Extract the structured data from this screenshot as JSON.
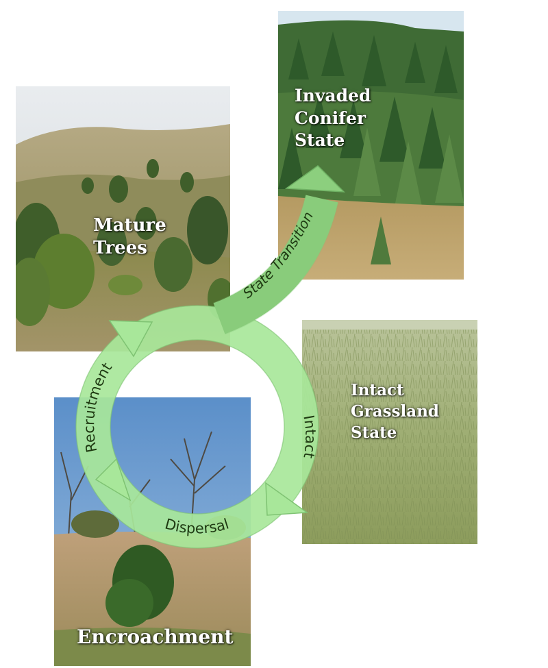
{
  "photos": {
    "mature": {
      "label_lines": [
        "Mature",
        "Trees"
      ]
    },
    "invaded": {
      "label_lines": [
        "Invaded",
        "Conifer",
        "State"
      ]
    },
    "grassland": {
      "label_lines": [
        "Intact",
        "Grassland",
        "State"
      ]
    },
    "encroachment": {
      "label_lines": [
        "Encroachment"
      ]
    }
  },
  "cycle": {
    "labels": {
      "state_transition": "State Transition",
      "recruitment": "Recruitment",
      "intact": "Intact",
      "dispersal": "Dispersal"
    }
  },
  "colors": {
    "arrow_light": "#a8e79a",
    "arrow_dark": "#7fc373",
    "label_text": "#1f3a12"
  }
}
